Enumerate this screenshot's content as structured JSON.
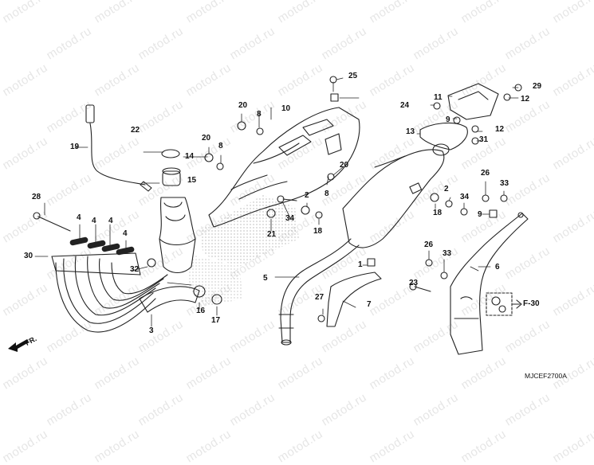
{
  "watermark": "motod.ru",
  "diagram_code": "MJCEF2700A",
  "front_marker": "FR.",
  "reference_label": "F-30",
  "callouts": [
    "1",
    "2",
    "2",
    "3",
    "4",
    "4",
    "4",
    "4",
    "5",
    "6",
    "7",
    "8",
    "8",
    "8",
    "9",
    "9",
    "10",
    "11",
    "12",
    "12",
    "13",
    "14",
    "15",
    "16",
    "17",
    "18",
    "18",
    "19",
    "20",
    "20",
    "20",
    "21",
    "22",
    "23",
    "24",
    "25",
    "26",
    "26",
    "27",
    "28",
    "29",
    "30",
    "31",
    "32",
    "33",
    "33",
    "34",
    "34"
  ]
}
